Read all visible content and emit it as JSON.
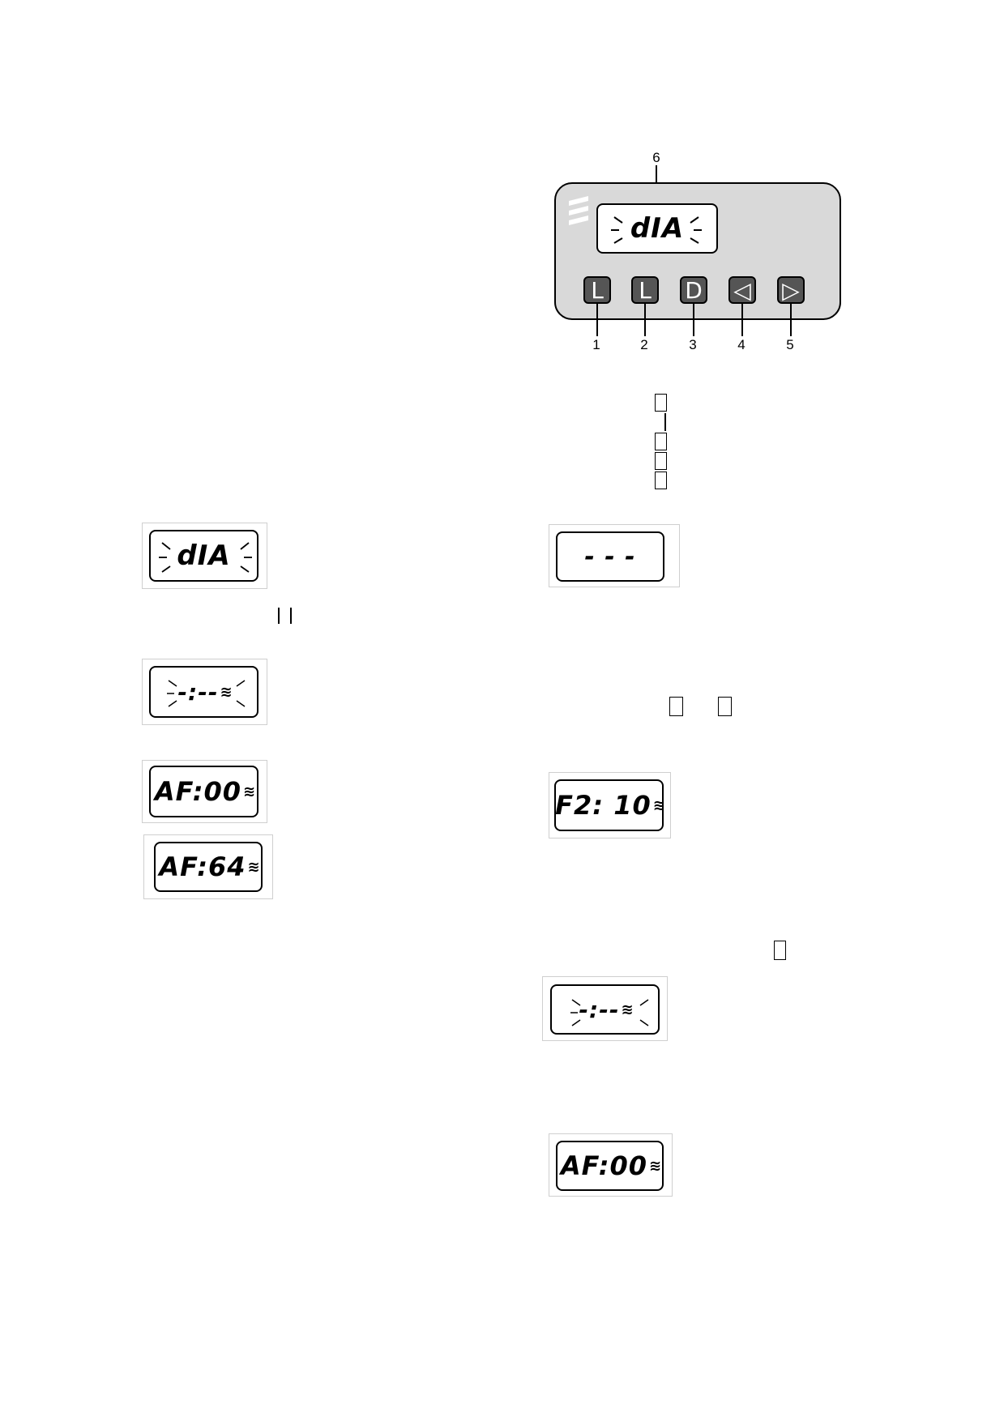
{
  "panel": {
    "display_text": "dIA",
    "keys": [
      {
        "label": "L",
        "callout": "1"
      },
      {
        "label": "L",
        "callout": "2"
      },
      {
        "label": "D",
        "callout": "3"
      },
      {
        "label": "◁",
        "callout": "4"
      },
      {
        "label": "▷",
        "callout": "5"
      }
    ],
    "display_callout": "6"
  },
  "displays": {
    "left_dia": "dIA",
    "left_standby": "-:--",
    "left_af00": "AF:00",
    "left_af64": "AF:64",
    "right_dashes": "- - -",
    "right_f2": "F2: 10",
    "right_standby": "-:--",
    "right_af00": "AF:00"
  },
  "heat_icon": "heat-waves-icon"
}
